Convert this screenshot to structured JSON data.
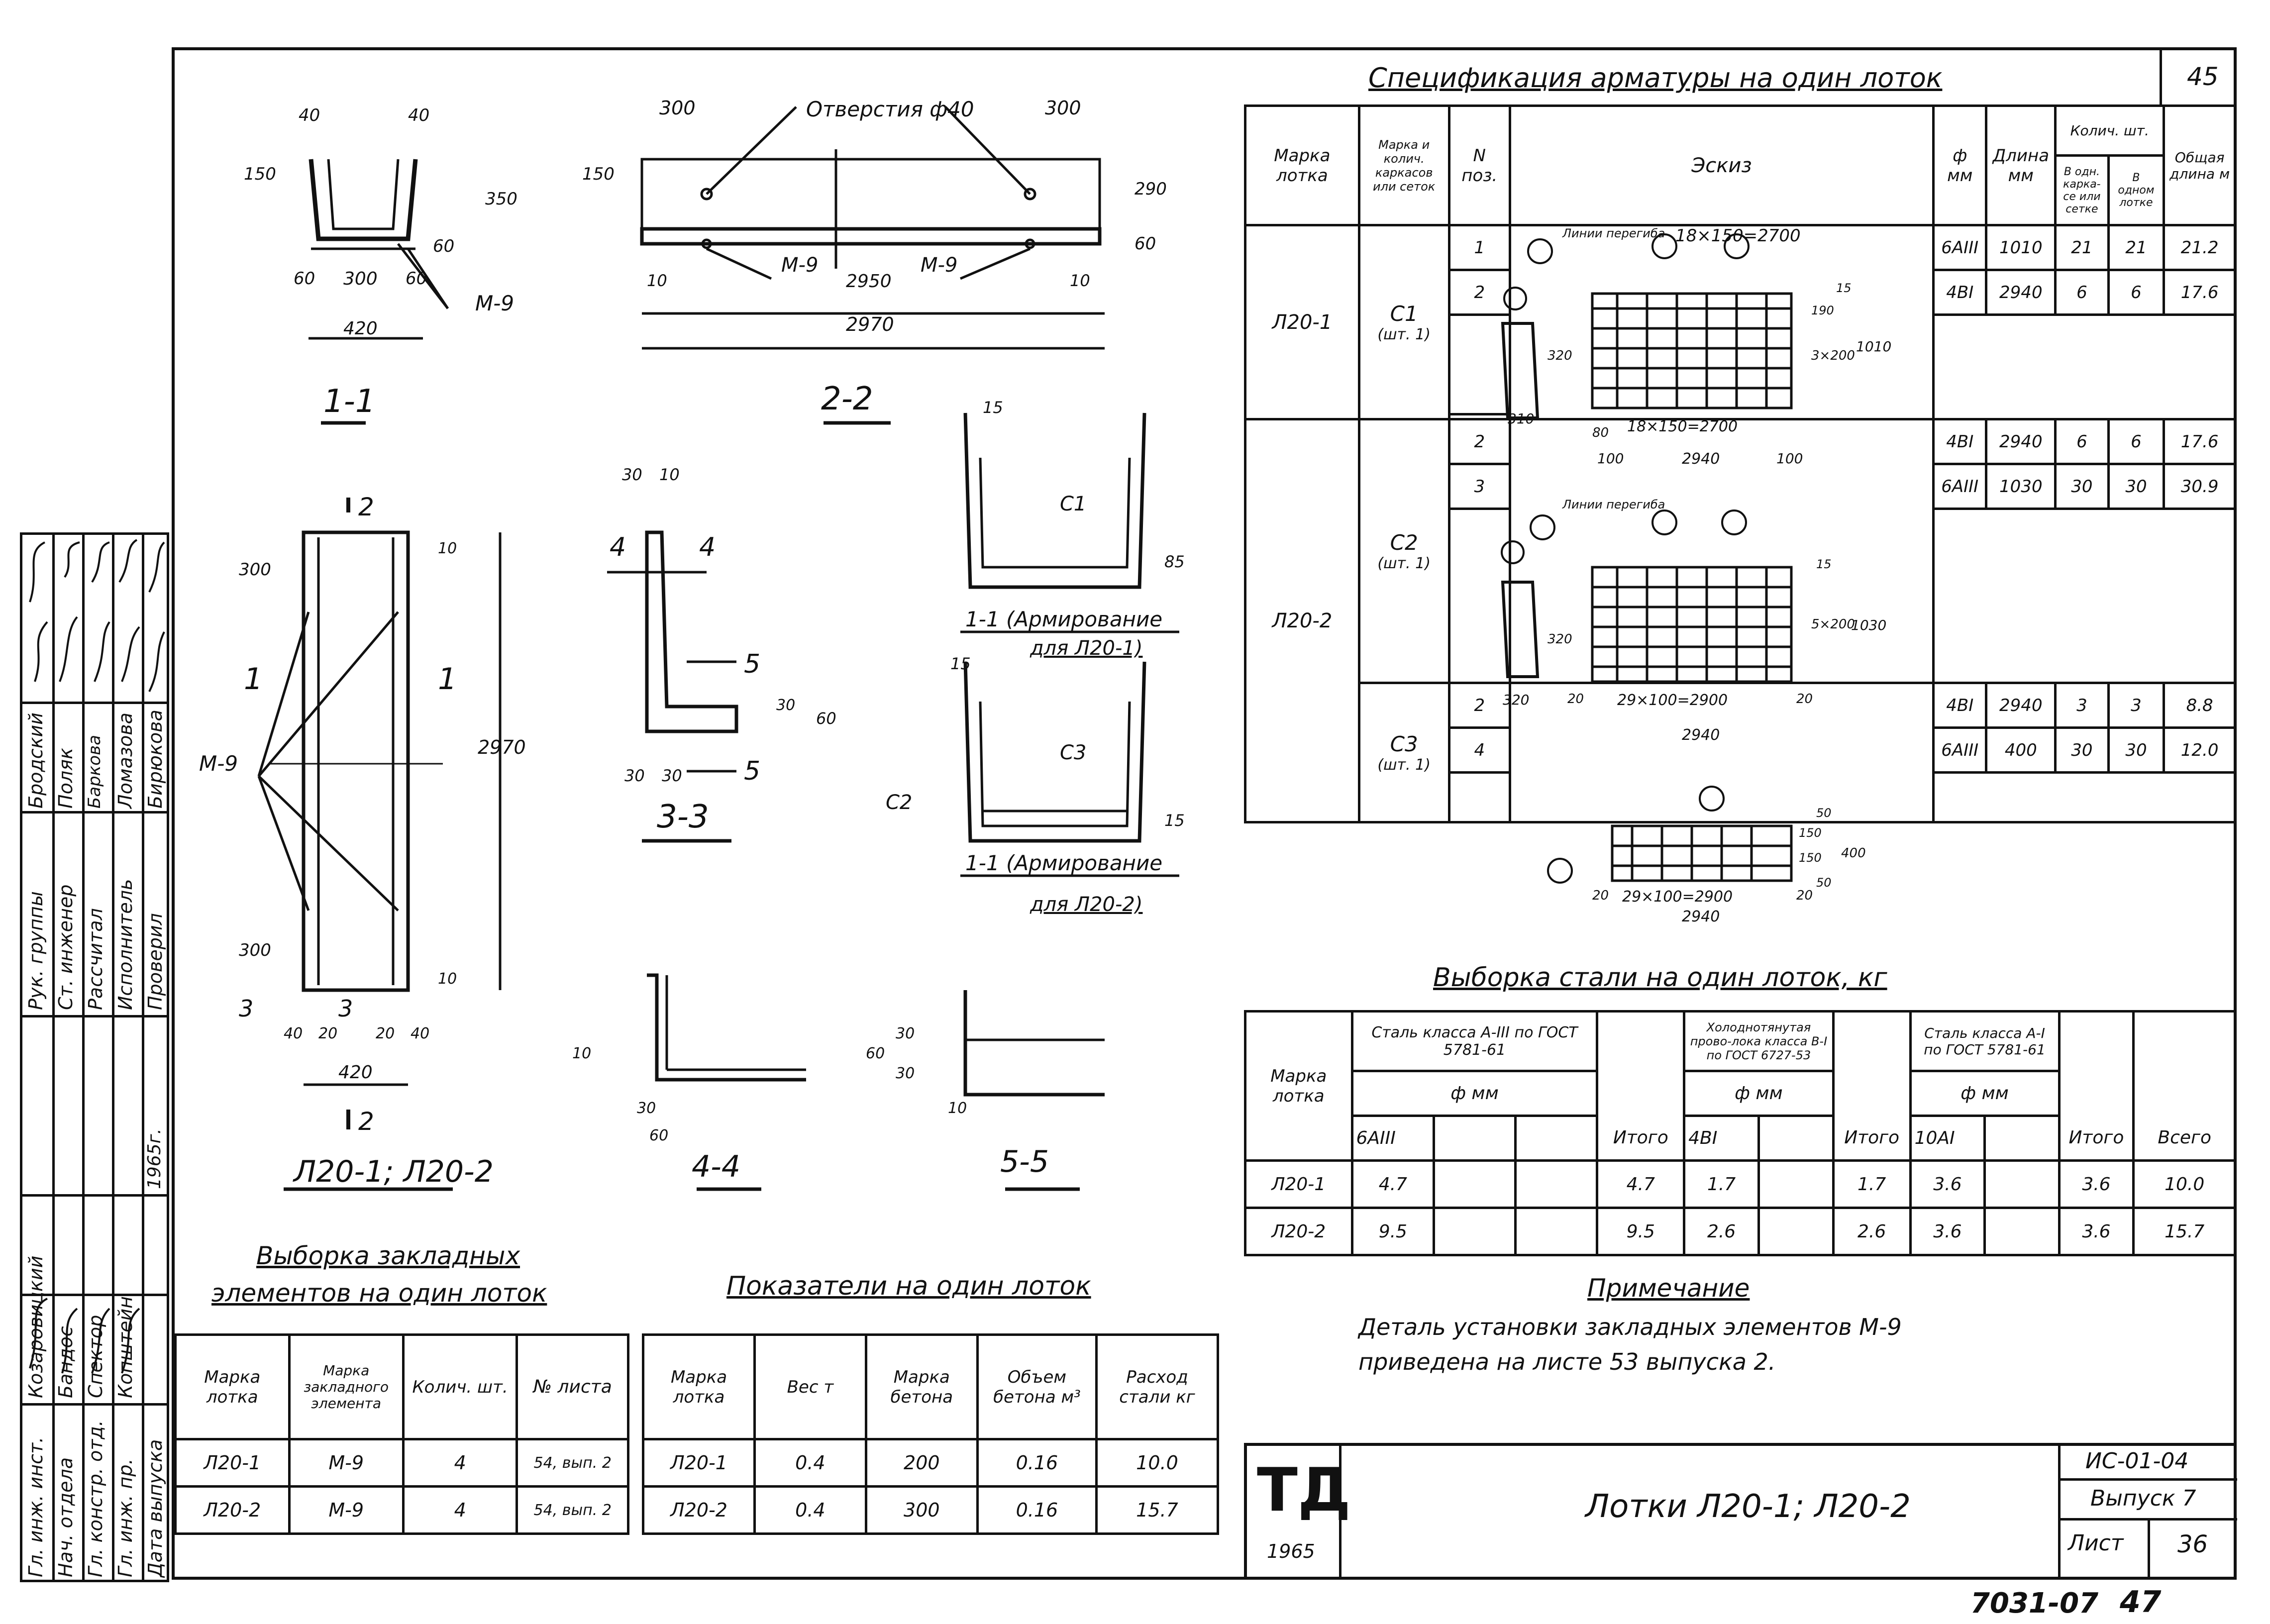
{
  "sheet_number_top": "45",
  "archive_number": "7031-07",
  "archive_page": "47",
  "drawings": {
    "section_1_1": {
      "title": "1-1",
      "dims": [
        "40",
        "40",
        "150",
        "350",
        "60",
        "60",
        "300",
        "60",
        "420"
      ],
      "label": "М-9"
    },
    "section_2_2": {
      "title": "2-2",
      "holes": "Отверстия ф40",
      "dims": [
        "300",
        "300",
        "150",
        "290",
        "60",
        "10",
        "2950",
        "10",
        "2970"
      ],
      "labels": [
        "М-9",
        "М-9"
      ]
    },
    "plan": {
      "title": "Л20-1; Л20-2",
      "marks": [
        "1",
        "1",
        "2",
        "2",
        "3",
        "3"
      ],
      "dims": [
        "300",
        "10",
        "2970",
        "300",
        "10",
        "40",
        "20",
        "20",
        "40",
        "420"
      ],
      "label": "М-9"
    },
    "section_3_3": {
      "title": "3-3",
      "dims": [
        "30",
        "10",
        "30",
        "30",
        "30",
        "60"
      ],
      "marks": [
        "4",
        "4",
        "5",
        "5"
      ]
    },
    "section_4_4": {
      "title": "4-4",
      "dims": [
        "10",
        "30",
        "60"
      ]
    },
    "section_5_5": {
      "title": "5-5",
      "dims": [
        "60",
        "30",
        "30",
        "10"
      ]
    },
    "arm_1": {
      "caption1": "1-1 (Армирование",
      "caption2": "для Л20-1)",
      "label": "С1",
      "dims": [
        "15",
        "85"
      ]
    },
    "arm_2": {
      "caption1": "1-1 (Армирование",
      "caption2": "для Л20-2)",
      "labels": [
        "С3",
        "С2"
      ],
      "dims": [
        "15",
        "15"
      ]
    }
  },
  "spec": {
    "title": "Спецификация арматуры на один лоток",
    "headers": {
      "mark": "Марка лотка",
      "mark_cage": "Марка и колич. каркасов или сеток",
      "pos": "N поз.",
      "sketch": "Эскиз",
      "dia": "ф мм",
      "length": "Длина мм",
      "qty": "Колич. шт.",
      "qty_one": "В одн. карка-се или сетке",
      "qty_tray": "В одном лотке",
      "total": "Общая длина м"
    },
    "rows": [
      {
        "tray": "Л20-1",
        "cage": "С1",
        "cage_qty": "(шт. 1)",
        "pos": "1",
        "dia": "6AIII",
        "len": "1010",
        "q1": "21",
        "q2": "21",
        "total": "21.2"
      },
      {
        "tray": "",
        "cage": "",
        "cage_qty": "",
        "pos": "2",
        "dia": "4BI",
        "len": "2940",
        "q1": "6",
        "q2": "6",
        "total": "17.6"
      },
      {
        "tray": "Л20-2",
        "cage": "С2",
        "cage_qty": "(шт. 1)",
        "pos": "2",
        "dia": "4BI",
        "len": "2940",
        "q1": "6",
        "q2": "6",
        "total": "17.6"
      },
      {
        "tray": "",
        "cage": "",
        "cage_qty": "",
        "pos": "3",
        "dia": "6AIII",
        "len": "1030",
        "q1": "30",
        "q2": "30",
        "total": "30.9"
      },
      {
        "tray": "",
        "cage": "С3",
        "cage_qty": "(шт. 1)",
        "pos": "2",
        "dia": "4BI",
        "len": "2940",
        "q1": "3",
        "q2": "3",
        "total": "8.8"
      },
      {
        "tray": "",
        "cage": "",
        "cage_qty": "",
        "pos": "4",
        "dia": "6AIII",
        "len": "400",
        "q1": "30",
        "q2": "30",
        "total": "12.0"
      }
    ],
    "sketch_texts": {
      "c1": [
        "18×150=2700",
        "100",
        "2940",
        "100",
        "80",
        "310",
        "320",
        "1010",
        "190",
        "3×200",
        "15",
        "Линии перегиба"
      ],
      "c2": [
        "29×100=2900",
        "20",
        "20",
        "2940",
        "320",
        "320",
        "1030",
        "5×200",
        "15",
        "Линии перегиба"
      ],
      "c3": [
        "29×100=2900",
        "20",
        "20",
        "2940",
        "400",
        "50",
        "150",
        "150",
        "50"
      ]
    }
  },
  "steel": {
    "title": "Выборка стали на один лоток, кг",
    "h_mark": "Марка лотка",
    "h_cls1": "Сталь класса А-III по ГОСТ 5781-61",
    "h_cls2": "Холоднотянутая прово-лока класса В-I по ГОСТ 6727-53",
    "h_cls3": "Сталь класса А-I по ГОСТ 5781-61",
    "h_dia": "ф мм",
    "h_itogo": "Итого",
    "h_vsego": "Всего",
    "sub1": "6AIII",
    "sub2": "4BI",
    "sub3": "10AI",
    "rows": [
      {
        "mark": "Л20-1",
        "a": "4.7",
        "it1": "4.7",
        "b": "1.7",
        "it2": "1.7",
        "c": "3.6",
        "it3": "3.6",
        "all": "10.0"
      },
      {
        "mark": "Л20-2",
        "a": "9.5",
        "it1": "9.5",
        "b": "2.6",
        "it2": "2.6",
        "c": "3.6",
        "it3": "3.6",
        "all": "15.7"
      }
    ]
  },
  "note": {
    "title": "Примечание",
    "line1": "Деталь установки закладных элементов М-9",
    "line2": "приведена на листе 53 выпуска 2."
  },
  "embedded": {
    "title1": "Выборка закладных",
    "title2": "элементов на один лоток",
    "headers": [
      "Марка лотка",
      "Марка закладного элемента",
      "Колич. шт.",
      "№ листа"
    ],
    "rows": [
      [
        "Л20-1",
        "М-9",
        "4",
        "54, вып. 2"
      ],
      [
        "Л20-2",
        "М-9",
        "4",
        "54, вып. 2"
      ]
    ]
  },
  "indicators": {
    "title": "Показатели на один лоток",
    "headers": [
      "Марка лотка",
      "Вес т",
      "Марка бетона",
      "Объем бетона м³",
      "Расход стали кг"
    ],
    "rows": [
      [
        "Л20-1",
        "0.4",
        "200",
        "0.16",
        "10.0"
      ],
      [
        "Л20-2",
        "0.4",
        "300",
        "0.16",
        "15.7"
      ]
    ]
  },
  "titleblock": {
    "logo": "ТД",
    "year": "1965",
    "name": "Лотки Л20-1; Л20-2",
    "code": "ИС-01-04",
    "issue": "Выпуск 7",
    "sheet_label": "Лист",
    "sheet_no": "36"
  },
  "side_stamp": {
    "roles": [
      "Гл. инж. инст.",
      "Нач. отдела",
      "Гл. констр. отд.",
      "Гл. инж. пр.",
      "Дата выпуска",
      "Рук. группы",
      "Ст. инженер",
      "Рассчитал",
      "Исполнитель",
      "Проверил"
    ],
    "names": [
      "Козаровицкий",
      "Бандос",
      "Спектор",
      "Копштейн",
      "",
      "Бродский",
      "Поляк",
      "Баркова",
      "Ломазова",
      "Бирюкова"
    ],
    "year": "1965г."
  }
}
